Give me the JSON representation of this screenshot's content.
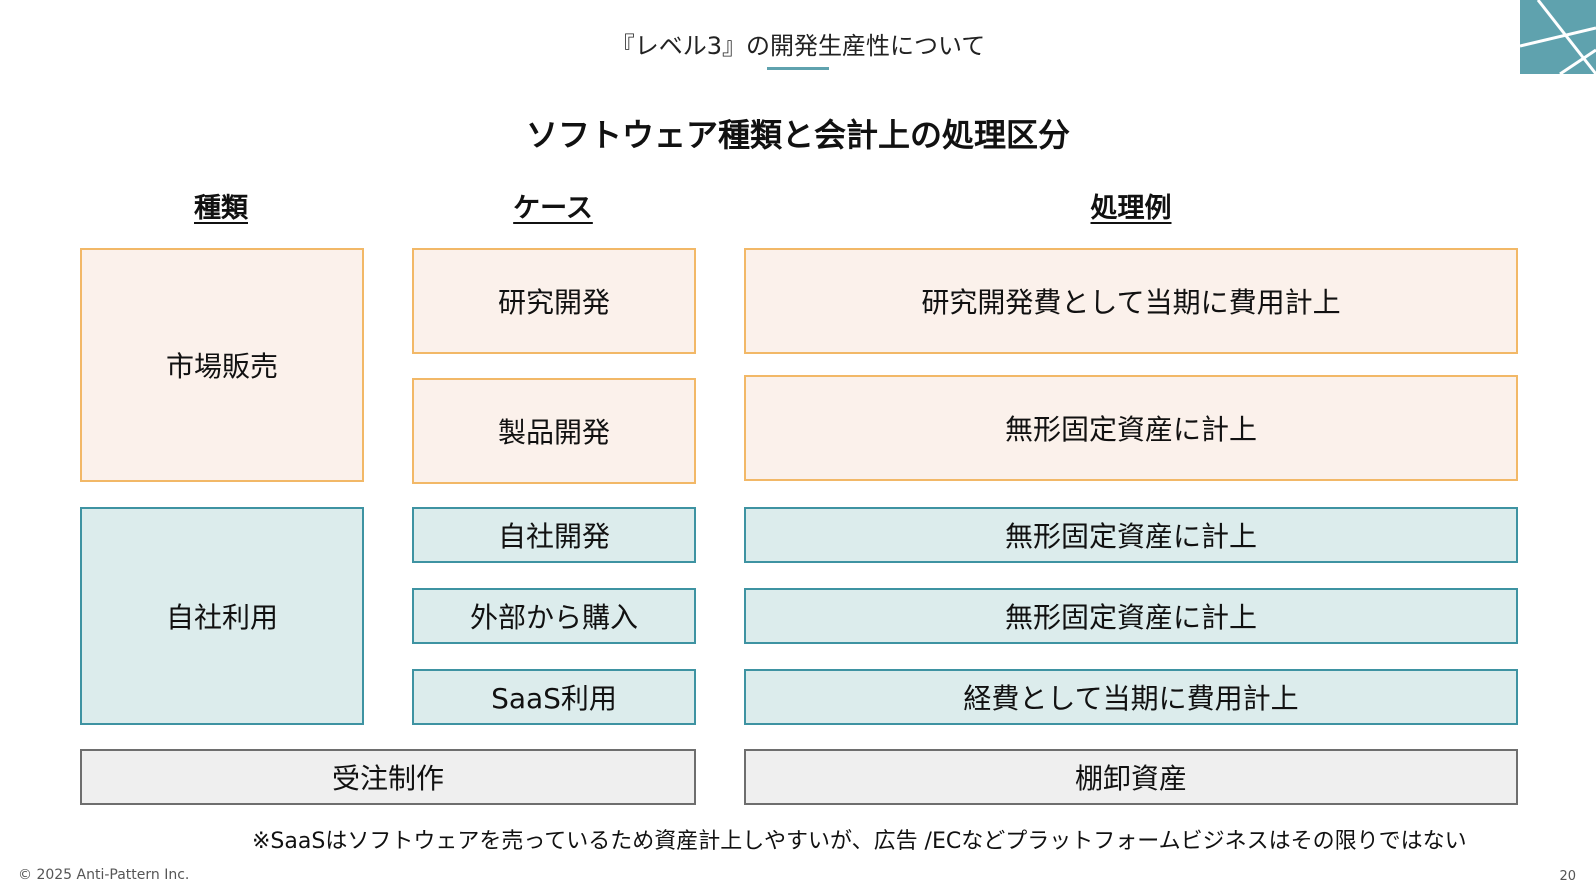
{
  "header": {
    "title": "『レベル3』の開発生産性について",
    "accent_color": "#5fa2ae",
    "logo_icon": "geometric-lines-logo-icon"
  },
  "main_title": "ソフトウェア種類と会計上の処理区分",
  "columns": {
    "type": "種類",
    "case": "ケース",
    "treatment": "処理例"
  },
  "market_sale": {
    "type": "市場販売",
    "color": "#f2b867",
    "rows": [
      {
        "case": "研究開発",
        "treatment": "研究開発費として当期に費用計上"
      },
      {
        "case": "製品開発",
        "treatment": "無形固定資産に計上"
      }
    ]
  },
  "internal_use": {
    "type": "自社利用",
    "color": "#3e93a2",
    "rows": [
      {
        "case": "自社開発",
        "treatment": "無形固定資産に計上"
      },
      {
        "case": "外部から購入",
        "treatment": "無形固定資産に計上"
      },
      {
        "case": "SaaS利用",
        "treatment": "経費として当期に費用計上"
      }
    ]
  },
  "contract": {
    "type": "受注制作",
    "treatment": "棚卸資産",
    "color": "#6e6e6e"
  },
  "note": "※SaaSはソフトウェアを売っているため資産計上しやすいが、広告 /ECなどプラットフォームビジネスはその限りではない",
  "footer": {
    "copyright": "© 2025 Anti-Pattern Inc.",
    "page_number": "20"
  }
}
